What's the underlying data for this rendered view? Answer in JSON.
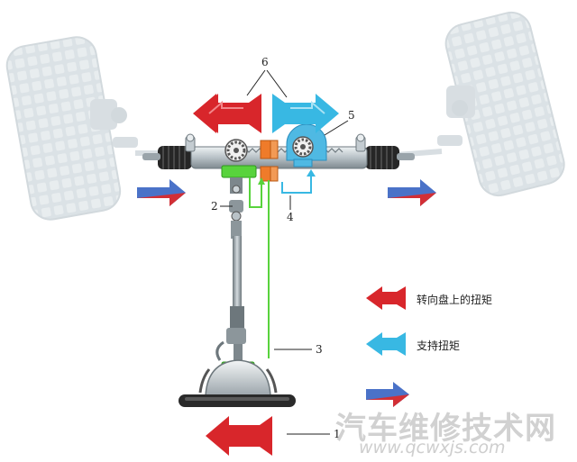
{
  "colors": {
    "torque_red": "#d8262b",
    "torque_blue": "#38b8e3",
    "motion_blue": "#4a72c8",
    "motion_red": "#d22f35",
    "sensor_green": "#58d33c",
    "actuator_orange": "#ef7b2a",
    "rack_gray": "#b9c2c7",
    "wheel_gray": "#d3dbe0"
  },
  "icons": [
    "wheel-icon",
    "steering-rack-icon",
    "pinion-gear-icon",
    "steering-column-icon",
    "steering-wheel-icon",
    "torque-arrow-icon"
  ],
  "callouts": {
    "c1": "1",
    "c2": "2",
    "c3": "3",
    "c4": "4",
    "c5": "5",
    "c6": "6"
  },
  "legend": {
    "steering_torque": "转向盘上的扭矩",
    "support_torque": "支持扭矩"
  },
  "watermark": {
    "site_name": "汽车维修技术网",
    "url": "www.qcwxjs.com"
  }
}
